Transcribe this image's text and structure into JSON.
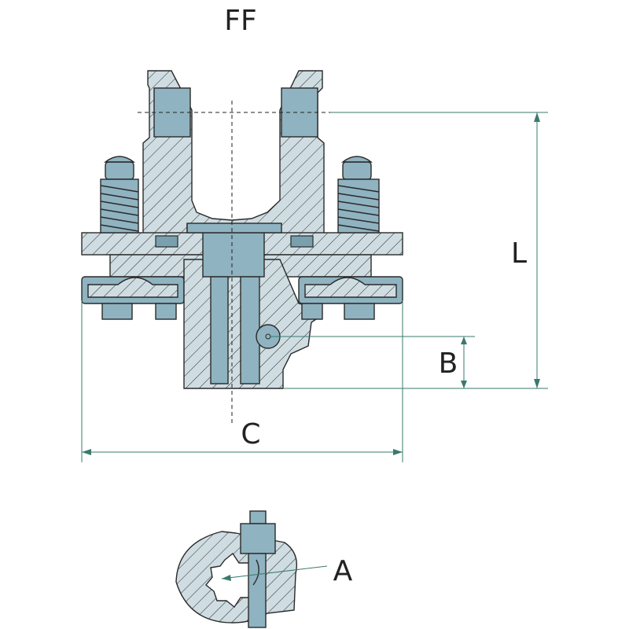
{
  "title": "FF",
  "dimensions": {
    "L": "L",
    "B": "B",
    "C": "C",
    "A": "A"
  },
  "colors": {
    "steel": "#8fb3c0",
    "dimension_line": "#3a7a6e",
    "outline": "#2a2a2a",
    "hatch": "#2a2a2a"
  }
}
